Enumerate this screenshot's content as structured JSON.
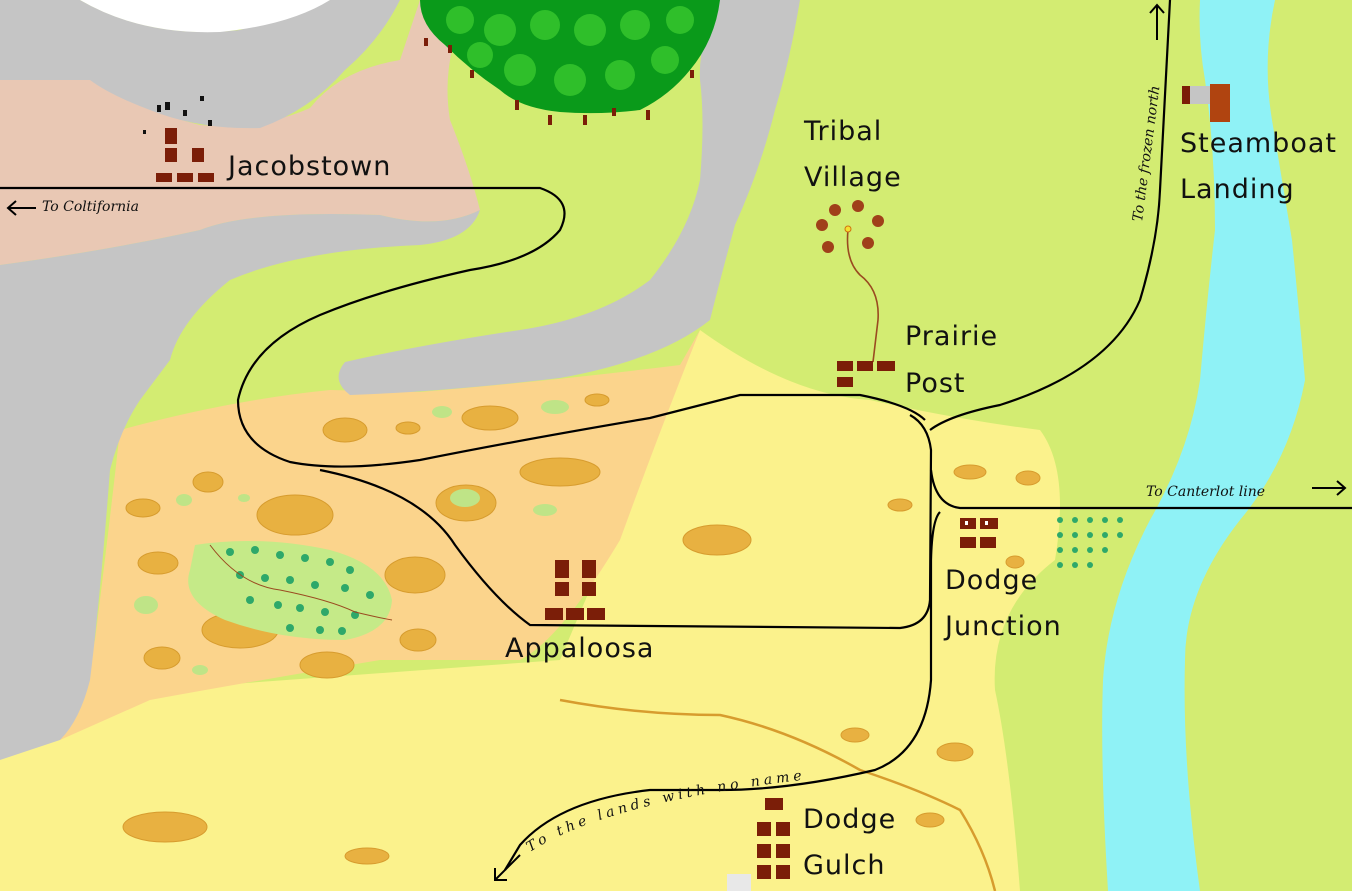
{
  "colors": {
    "grassland": "#d3ec72",
    "plains": "#fbf28c",
    "desert": "#fbd48c",
    "badlands": "#e9c8b4",
    "mountains": "#c5c5c5",
    "snow": "#ffffff",
    "river": "#8ff2f6",
    "forest": "#0a9a1a",
    "buildings": "#7b1e08",
    "rock": "#e8b141",
    "railway": "#000000"
  },
  "towns": {
    "jacobstown": "Jacobstown",
    "tribal_village_line1": "Tribal",
    "tribal_village_line2": "Village",
    "prairie_post_line1": "Prairie",
    "prairie_post_line2": "Post",
    "steamboat_landing_line1": "Steamboat",
    "steamboat_landing_line2": "Landing",
    "appaloosa": "Appaloosa",
    "dodge_junction_line1": "Dodge",
    "dodge_junction_line2": "Junction",
    "dodge_gulch_line1": "Dodge",
    "dodge_gulch_line2": "Gulch"
  },
  "directions": {
    "coltifornia": "To Coltifornia",
    "frozen_north": "To the frozen north",
    "canterlot": "To Canterlot line",
    "lands_no_name": "To the lands with no name"
  },
  "icons": [
    "forest-icon",
    "mountain-icon",
    "river-icon",
    "town-buildings-icon",
    "tent-icon",
    "arrow-icon"
  ]
}
